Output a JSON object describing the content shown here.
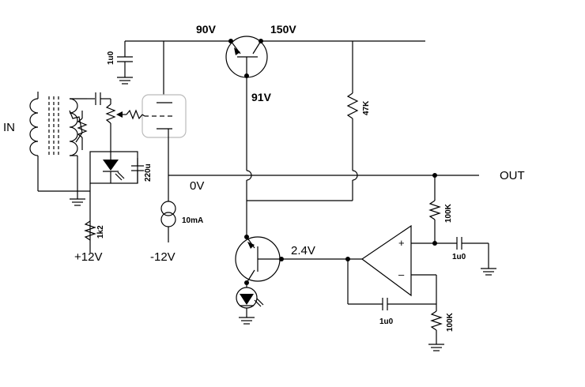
{
  "voltages": {
    "v90": "90V",
    "v150": "150V",
    "v91": "91V",
    "v0": "0V",
    "v24": "2.4V",
    "vp12": "+12V",
    "vm12": "-12V"
  },
  "ports": {
    "in": "IN",
    "out": "OUT"
  },
  "opamp": {
    "plus": "+",
    "minus": "–"
  },
  "components": {
    "c_top": "1u0",
    "c_cathode": "220u",
    "r_pullup": "47K",
    "r_bias": "1k2",
    "current_source": "10mA",
    "r_opamp_in": "100K",
    "c_opamp_in": "1u0",
    "c_feedback": "1u0",
    "r_feedback": "100K"
  }
}
